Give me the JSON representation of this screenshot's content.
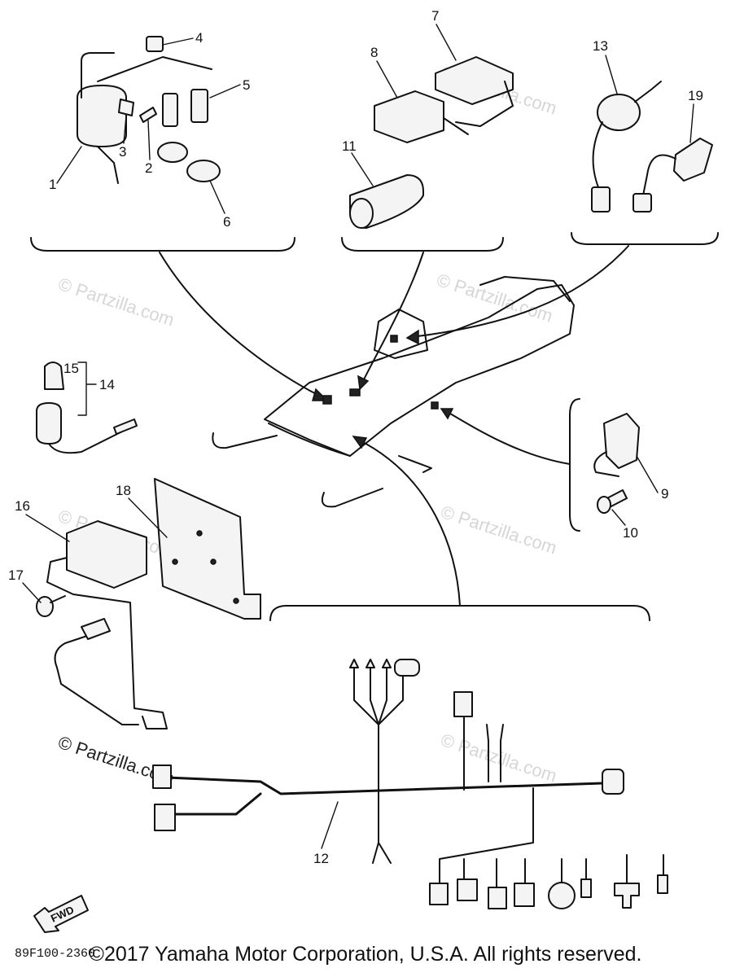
{
  "diagram": {
    "callouts": [
      {
        "id": "c1",
        "label": "1"
      },
      {
        "id": "c2a",
        "label": "2"
      },
      {
        "id": "c3",
        "label": "3"
      },
      {
        "id": "c4",
        "label": "4"
      },
      {
        "id": "c5",
        "label": "5"
      },
      {
        "id": "c6",
        "label": "6"
      },
      {
        "id": "c7",
        "label": "7"
      },
      {
        "id": "c8",
        "label": "8"
      },
      {
        "id": "c9",
        "label": "9"
      },
      {
        "id": "c10",
        "label": "10"
      },
      {
        "id": "c11",
        "label": "11"
      },
      {
        "id": "c2b",
        "label": "12"
      },
      {
        "id": "c13",
        "label": "13"
      },
      {
        "id": "c14",
        "label": "14"
      },
      {
        "id": "c15",
        "label": "15"
      },
      {
        "id": "c16",
        "label": "16"
      },
      {
        "id": "c17",
        "label": "17"
      },
      {
        "id": "c18",
        "label": "18"
      },
      {
        "id": "c19",
        "label": "19"
      }
    ],
    "watermark": "© Partzilla.com",
    "drawing_code": "89F100-2360",
    "fwd_label": "FWD"
  },
  "footer": {
    "copyright": "©2017 Yamaha Motor Corporation, U.S.A. All rights reserved."
  }
}
